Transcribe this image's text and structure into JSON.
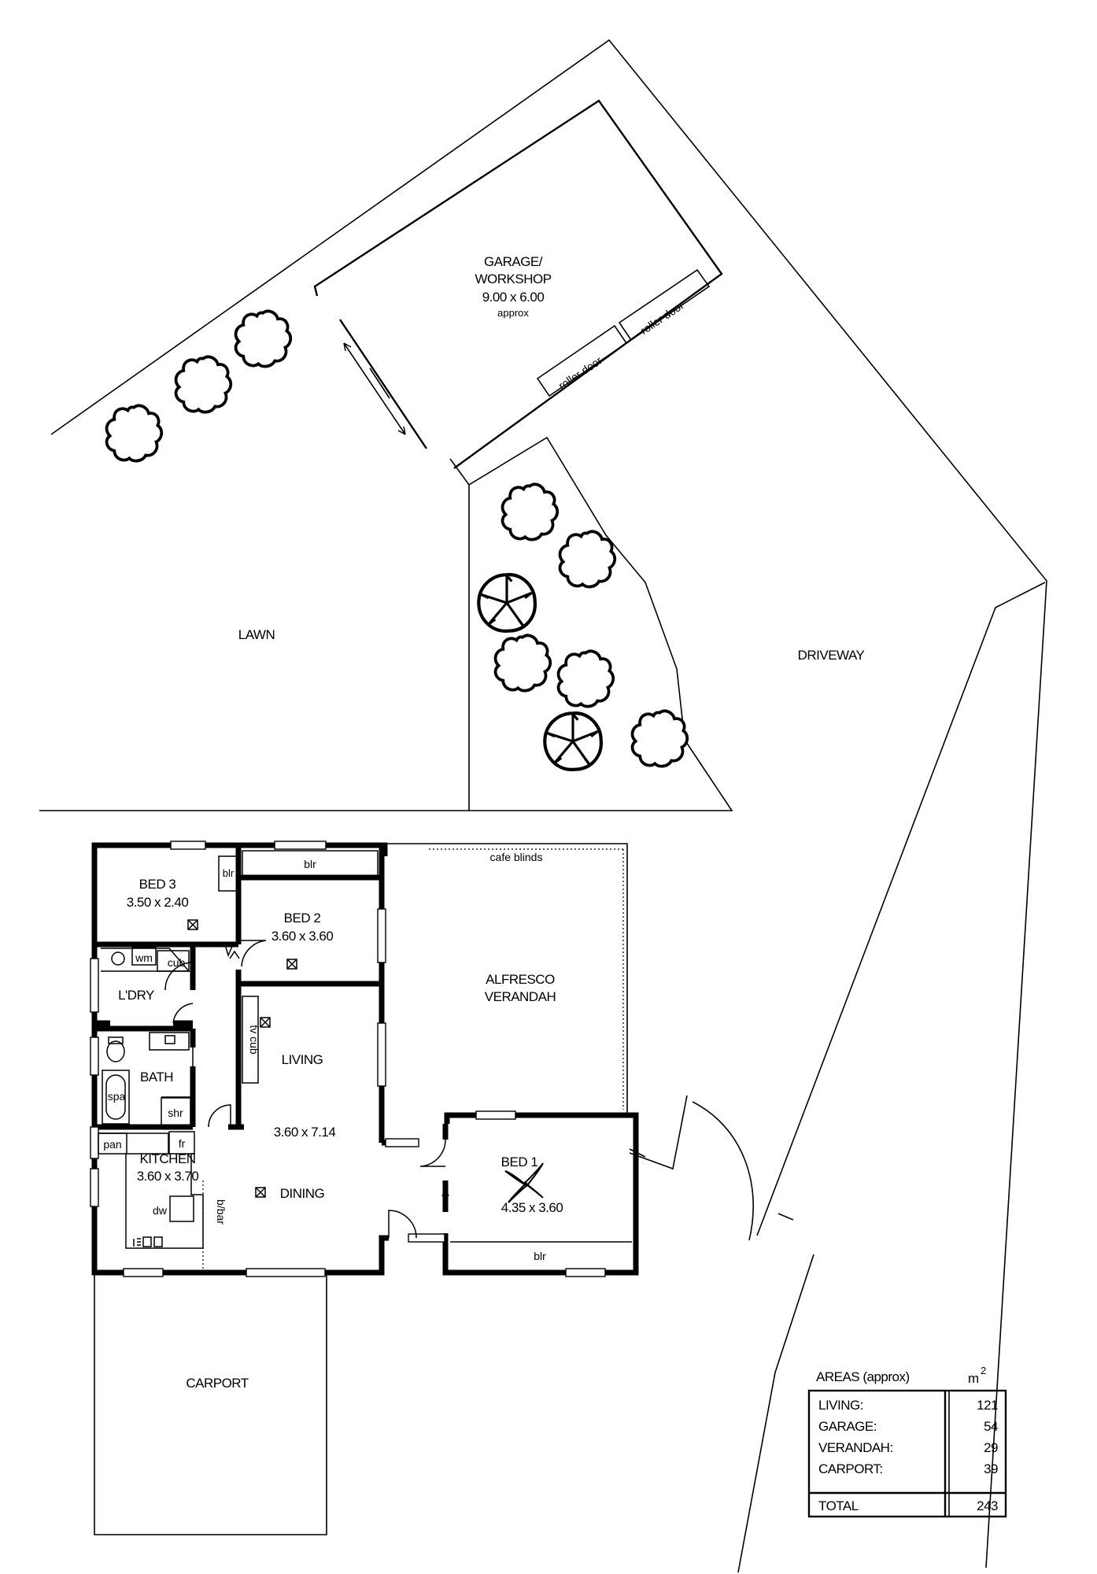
{
  "garage": {
    "line1": "GARAGE/",
    "line2": "WORKSHOP",
    "dims": "9.00 x 6.00",
    "note": "approx"
  },
  "roller_door_1": "roller door",
  "roller_door_2": "roller door",
  "lawn": "LAWN",
  "driveway": "DRIVEWAY",
  "cafe_blinds": "cafe blinds",
  "alfresco": {
    "line1": "ALFRESCO",
    "line2": "VERANDAH"
  },
  "bed3": {
    "name": "BED 3",
    "dims": "3.50 x 2.40"
  },
  "bed2": {
    "name": "BED 2",
    "dims": "3.60 x 3.60"
  },
  "bed1": {
    "name": "BED 1",
    "dims": "4.35 x 3.60"
  },
  "bir_top": "blr",
  "bir_bed3": "blr",
  "bir_bed1": "blr",
  "laundry": {
    "name": "L'DRY",
    "wm": "wm",
    "cub": "cub"
  },
  "bath": {
    "name": "BATH",
    "spa": "spa",
    "shr": "shr"
  },
  "living": {
    "name": "LIVING",
    "dims": "3.60 x 7.14",
    "tv": "tv cub"
  },
  "kitchen": {
    "name": "KITCHEN",
    "dims": "3.60 x 3.70",
    "pan": "pan",
    "fr": "fr",
    "dw": "dw",
    "bbar": "b/bar"
  },
  "dining": "DINING",
  "carport": "CARPORT",
  "areas": {
    "heading": "AREAS (approx)",
    "unit": "m",
    "unit_sup": "2",
    "rows": [
      {
        "label": "LIVING:",
        "value": "121"
      },
      {
        "label": "GARAGE:",
        "value": "54"
      },
      {
        "label": "VERANDAH:",
        "value": "29"
      },
      {
        "label": "CARPORT:",
        "value": "39"
      }
    ],
    "total_label": "TOTAL",
    "total_value": "243"
  }
}
